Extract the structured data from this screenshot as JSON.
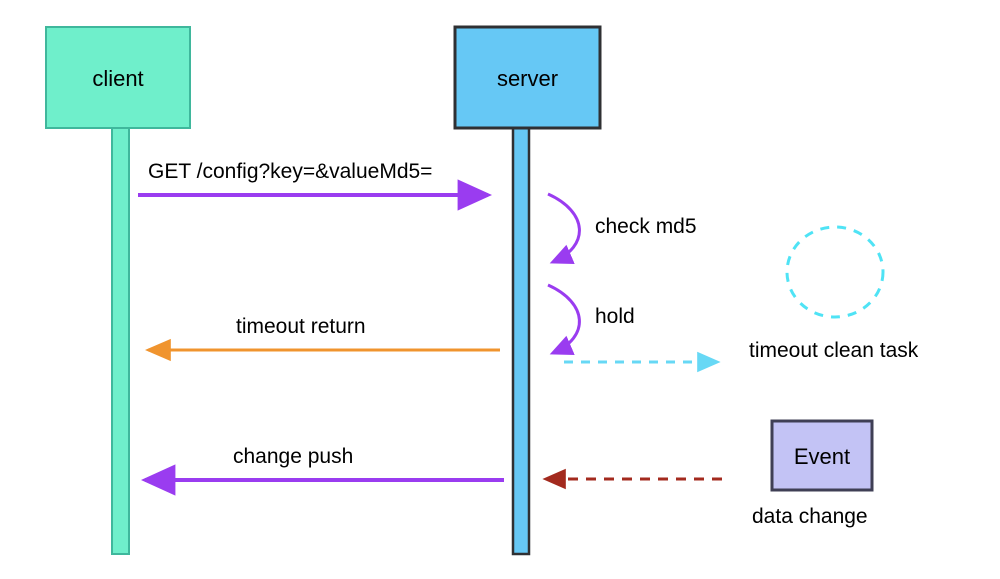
{
  "diagram": {
    "type": "sequence-diagram",
    "title": "",
    "background_color": "#ffffff",
    "participants": [
      {
        "id": "client",
        "label": "client",
        "box_fill": "#6FEFCB",
        "box_stroke": "#3FB79C",
        "lifeline_fill": "#6FEFCB",
        "lifeline_stroke": "#3FB79C"
      },
      {
        "id": "server",
        "label": "server",
        "box_fill": "#66C8F5",
        "box_stroke": "#2F3033",
        "lifeline_fill": "#66C8F5",
        "lifeline_stroke": "#2F3033"
      }
    ],
    "messages": [
      {
        "id": "msg-get-config",
        "label": "GET /config?key=&valueMd5=",
        "from": "client",
        "to": "server",
        "direction": "right",
        "style": "solid",
        "color": "#9A3CF0"
      },
      {
        "id": "msg-check-md5",
        "label": "check md5",
        "from": "server",
        "to": "server",
        "direction": "self",
        "style": "solid",
        "color": "#9A3CF0"
      },
      {
        "id": "msg-hold",
        "label": "hold",
        "from": "server",
        "to": "server",
        "direction": "self",
        "style": "solid",
        "color": "#9A3CF0"
      },
      {
        "id": "msg-timeout-return",
        "label": "timeout return",
        "from": "server",
        "to": "client",
        "direction": "left",
        "style": "solid",
        "color": "#F0942E"
      },
      {
        "id": "msg-timeout-register",
        "label": "",
        "from": "server",
        "to": "timeout-clean-task",
        "direction": "right",
        "style": "dashed",
        "color": "#67D8F5"
      },
      {
        "id": "msg-change-push",
        "label": "change push",
        "from": "server",
        "to": "client",
        "direction": "left",
        "style": "solid",
        "color": "#9A3CF0"
      },
      {
        "id": "msg-data-change-notify",
        "label": "",
        "from": "event",
        "to": "server",
        "direction": "left",
        "style": "dashed",
        "color": "#A32A1E"
      }
    ],
    "side_nodes": [
      {
        "id": "timeout-clean-task",
        "shape": "dashed-circle",
        "inner_label": "",
        "caption": "timeout clean task",
        "stroke": "#4FE3F5",
        "fill": "none"
      },
      {
        "id": "event",
        "shape": "rect",
        "inner_label": "Event",
        "caption": "data change",
        "stroke": "#3F3F55",
        "fill": "#C3C3F5"
      }
    ]
  }
}
